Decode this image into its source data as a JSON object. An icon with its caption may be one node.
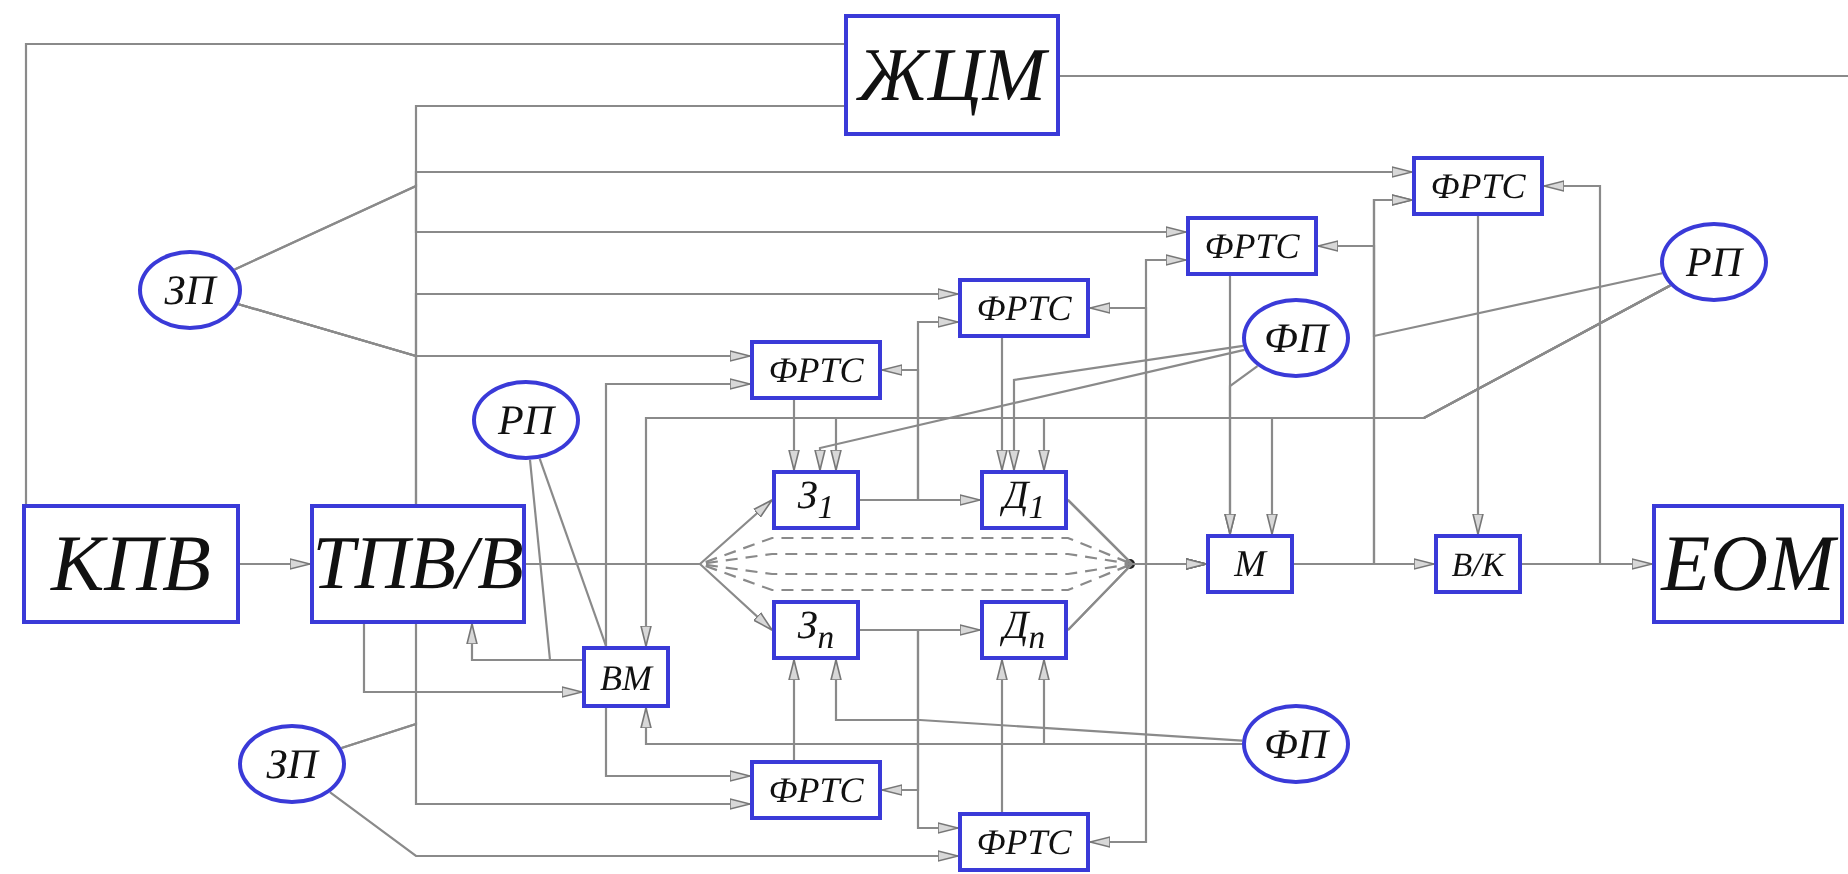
{
  "diagram": {
    "nodes": [
      {
        "text": [
          "ЖЦМ"
        ]
      },
      {
        "text": [
          "ЗП"
        ]
      },
      {
        "text": [
          "ФРТС"
        ]
      },
      {
        "text": [
          "ФРТС"
        ]
      },
      {
        "text": [
          "РП"
        ]
      },
      {
        "text": [
          "ФРТС"
        ]
      },
      {
        "text": [
          "ФП"
        ]
      },
      {
        "text": [
          "ФРТС"
        ]
      },
      {
        "text": [
          "РП"
        ]
      },
      {
        "text": [
          "З$_{1}$"
        ]
      },
      {
        "text": [
          "Д$_{1}$"
        ]
      },
      {
        "text": [
          "КПВ"
        ]
      },
      {
        "text": [
          "ТПВ/В"
        ]
      },
      {
        "text": [
          "М"
        ]
      },
      {
        "text": [
          "В/К"
        ]
      },
      {
        "text": [
          "ЕОМ"
        ]
      },
      {
        "text": [
          "ВМ"
        ]
      },
      {
        "text": [
          "З$_{n}$"
        ]
      },
      {
        "text": [
          "Д$_{n}$"
        ]
      },
      {
        "text": [
          "ЗП"
        ]
      },
      {
        "text": [
          "ФП"
        ]
      },
      {
        "text": [
          "ФРТС"
        ]
      },
      {
        "text": [
          "ФРТС"
        ]
      }
    ],
    "edges": [
      {
        "from": 11,
        "to": 12,
        "arrow": "to"
      },
      {
        "from": 12,
        "to": 9,
        "arrow": "to"
      },
      {
        "from": 12,
        "to": 17,
        "arrow": "to"
      },
      {
        "from": 9,
        "to": 10,
        "arrow": "to"
      },
      {
        "from": 17,
        "to": 18,
        "arrow": "to"
      },
      {
        "from": 10,
        "to": 13,
        "arrow": "to"
      },
      {
        "from": 18,
        "to": 13,
        "arrow": "to"
      },
      {
        "from": 13,
        "to": 14,
        "arrow": "to"
      },
      {
        "from": 14,
        "to": 15,
        "arrow": "to"
      },
      {
        "from": 0,
        "to": 11,
        "arrow": "none"
      },
      {
        "from": 0,
        "to": 12,
        "arrow": "none"
      },
      {
        "from": 0,
        "to": null,
        "arrow": "none"
      },
      {
        "from": 1,
        "to": 2,
        "arrow": "to"
      },
      {
        "from": 1,
        "to": 3,
        "arrow": "to"
      },
      {
        "from": 1,
        "to": 5,
        "arrow": "to"
      },
      {
        "from": 1,
        "to": 7,
        "arrow": "to"
      },
      {
        "from": 1,
        "to": 12,
        "arrow": "none"
      },
      {
        "from": 7,
        "to": 9,
        "arrow": "to"
      },
      {
        "from": 5,
        "to": 10,
        "arrow": "to"
      },
      {
        "from": 3,
        "to": 13,
        "arrow": "to"
      },
      {
        "from": 2,
        "to": 14,
        "arrow": "to"
      },
      {
        "from": 4,
        "to": 9,
        "arrow": "to"
      },
      {
        "from": 4,
        "to": 10,
        "arrow": "to"
      },
      {
        "from": 4,
        "to": 13,
        "arrow": "to"
      },
      {
        "from": 4,
        "to": 16,
        "arrow": "to"
      },
      {
        "from": 4,
        "to": 2,
        "arrow": "to"
      },
      {
        "from": 13,
        "to": 2,
        "arrow": "to"
      },
      {
        "from": 13,
        "to": 3,
        "arrow": "to"
      },
      {
        "from": 14,
        "to": 2,
        "arrow": "to"
      },
      {
        "from": 6,
        "to": 9,
        "arrow": "to"
      },
      {
        "from": 6,
        "to": 10,
        "arrow": "to"
      },
      {
        "from": 6,
        "to": 13,
        "arrow": "to"
      },
      {
        "from": 8,
        "to": 16,
        "arrow": "none"
      },
      {
        "from": 8,
        "to": 16,
        "arrow": "none"
      },
      {
        "from": 16,
        "to": 12,
        "arrow": "to"
      },
      {
        "from": 12,
        "to": 16,
        "arrow": "to"
      },
      {
        "from": 16,
        "to": 7,
        "arrow": "to"
      },
      {
        "from": 16,
        "to": 21,
        "arrow": "to"
      },
      {
        "from": 21,
        "to": 17,
        "arrow": "to"
      },
      {
        "from": 22,
        "to": 18,
        "arrow": "to"
      },
      {
        "from": 20,
        "to": 17,
        "arrow": "to"
      },
      {
        "from": 20,
        "to": 18,
        "arrow": "to"
      },
      {
        "from": 20,
        "to": 16,
        "arrow": "to"
      },
      {
        "from": 19,
        "to": 21,
        "arrow": "to"
      },
      {
        "from": 19,
        "to": 22,
        "arrow": "to"
      },
      {
        "from": 19,
        "to": 12,
        "arrow": "none"
      },
      {
        "from": 17,
        "to": 21,
        "arrow": "to"
      },
      {
        "from": 17,
        "to": 22,
        "arrow": "to"
      },
      {
        "from": 9,
        "to": 7,
        "arrow": "to"
      },
      {
        "from": 9,
        "to": 5,
        "arrow": "to"
      },
      {
        "from": 10,
        "to": 5,
        "arrow": "to"
      },
      {
        "from": 10,
        "to": 3,
        "arrow": "to"
      },
      {
        "from": 18,
        "to": 22,
        "arrow": "to"
      },
      {
        "from": 12,
        "to": 13,
        "arrow": "to",
        "style": "dashed"
      },
      {
        "from": 12,
        "to": 13,
        "arrow": "to",
        "style": "dashed"
      },
      {
        "from": 12,
        "to": 13,
        "arrow": "to",
        "style": "dashed"
      },
      {
        "from": 12,
        "to": 13,
        "arrow": "to",
        "style": "dashed"
      }
    ]
  }
}
